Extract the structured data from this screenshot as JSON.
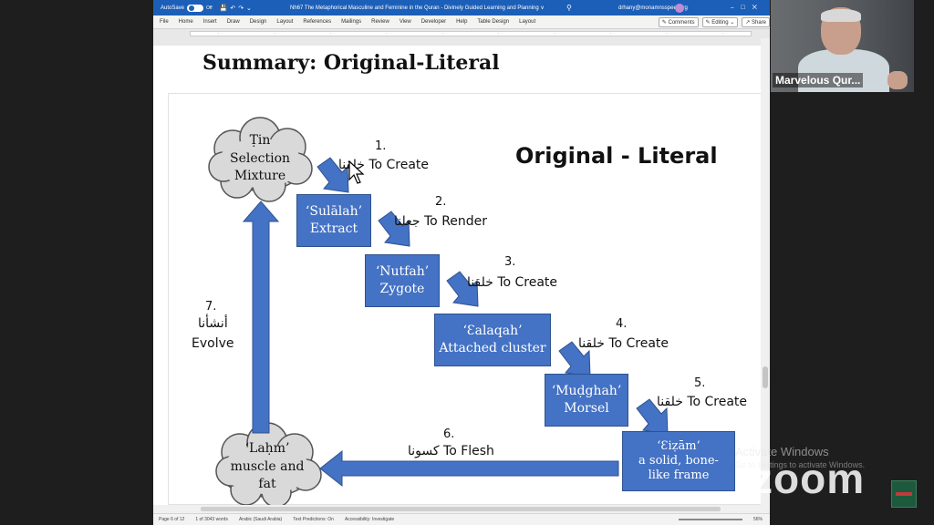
{
  "titlebar": {
    "autosave_label": "AutoSave",
    "autosave_state": "Off",
    "document_title": "Nh67 The Metaphorical Masculine and Feminine in the Quran - Divinely Guided Learning and Planning ∨",
    "user": "drhany@monamnsspeet.org"
  },
  "ribbon": {
    "tabs": [
      "File",
      "Home",
      "Insert",
      "Draw",
      "Design",
      "Layout",
      "References",
      "Mailings",
      "Review",
      "View",
      "Developer",
      "Help",
      "Table Design",
      "Layout"
    ],
    "comments_label": "Comments",
    "editing_label": "Editing",
    "share_label": "Share"
  },
  "document": {
    "heading": "Summary: Original-Literal"
  },
  "diagram": {
    "title": "Original - Literal",
    "clouds": {
      "tin": [
        "Ṭin",
        "Selection",
        "Mixture"
      ],
      "lahm": [
        "‘Laḥm’",
        "muscle and",
        "fat"
      ]
    },
    "boxes": [
      {
        "term": "‘Sulālah’",
        "meaning": "Extract"
      },
      {
        "term": "‘Nutfah’",
        "meaning": "Zygote"
      },
      {
        "term": "‘Ɛalaqah’",
        "meaning": "Attached cluster"
      },
      {
        "term": "‘Muḍghah’",
        "meaning": "Morsel"
      },
      {
        "term": "‘Ɛiẓām’",
        "meaning": "a solid, bone-like frame"
      }
    ],
    "steps": [
      {
        "num": "1.",
        "arabic": "خلقنا",
        "text": "To Create"
      },
      {
        "num": "2.",
        "arabic": "جعلنا",
        "text": "To Render"
      },
      {
        "num": "3.",
        "arabic": "خلقنا",
        "text": "To Create"
      },
      {
        "num": "4.",
        "arabic": "خلقنا",
        "text": "To Create"
      },
      {
        "num": "5.",
        "arabic": "خلقنا",
        "text": "To Create"
      },
      {
        "num": "6.",
        "arabic": "كسونا",
        "text": "To Flesh"
      },
      {
        "num": "7.",
        "arabic": "أنشأنا",
        "text": "Evolve"
      }
    ],
    "colors": {
      "box_fill": "#4472c4",
      "box_border": "#2f528f",
      "arrow": "#4472c4"
    }
  },
  "statusbar": {
    "page": "Page 6 of 12",
    "words": "1 of 3043 words",
    "language": "Arabic (Saudi Arabia)",
    "predictions": "Text Predictions: On",
    "accessibility": "Accessibility: Investigate",
    "zoom": "56%"
  },
  "webcam": {
    "participant_name": "Marvelous Qur..."
  },
  "overlay": {
    "activate_title": "Activate Windows",
    "activate_sub": "Go to Settings to activate Windows.",
    "zoom_brand": "zoom"
  }
}
